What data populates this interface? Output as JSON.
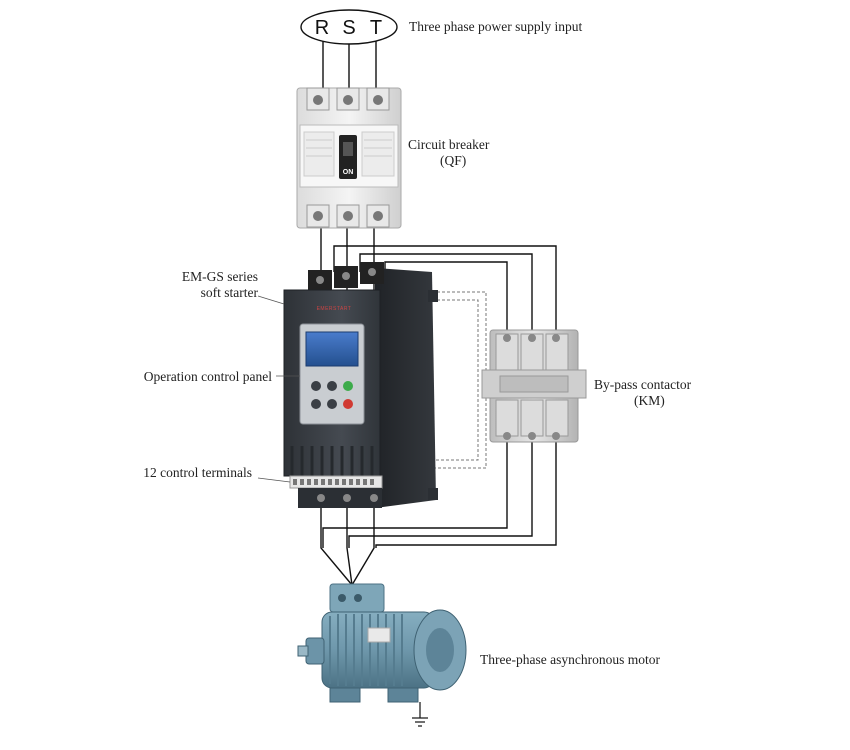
{
  "phases": [
    "R",
    "S",
    "T"
  ],
  "labels": {
    "supply": "Three phase power supply input",
    "breaker_1": "Circuit breaker",
    "breaker_2": "(QF)",
    "starter_1": "EM-GS series",
    "starter_2": "soft starter",
    "panel": "Operation control panel",
    "terminals": "12 control terminals",
    "contactor_1": "By-pass contactor",
    "contactor_2": "(KM)",
    "motor": "Three-phase asynchronous motor"
  },
  "breaker_state": "ON",
  "icons": [
    "supply-ellipse-icon",
    "circuit-breaker-icon",
    "soft-starter-icon",
    "lcd-display-icon",
    "contactor-icon",
    "motor-icon",
    "ground-icon"
  ],
  "colors": {
    "wire": "#111111",
    "dashed_wire": "#777777",
    "starter_body": "#3a3f45",
    "lcd": "#2d5aa8",
    "motor": "#6f98ad",
    "key_green": "#3cab4a",
    "key_red": "#d03a32"
  }
}
